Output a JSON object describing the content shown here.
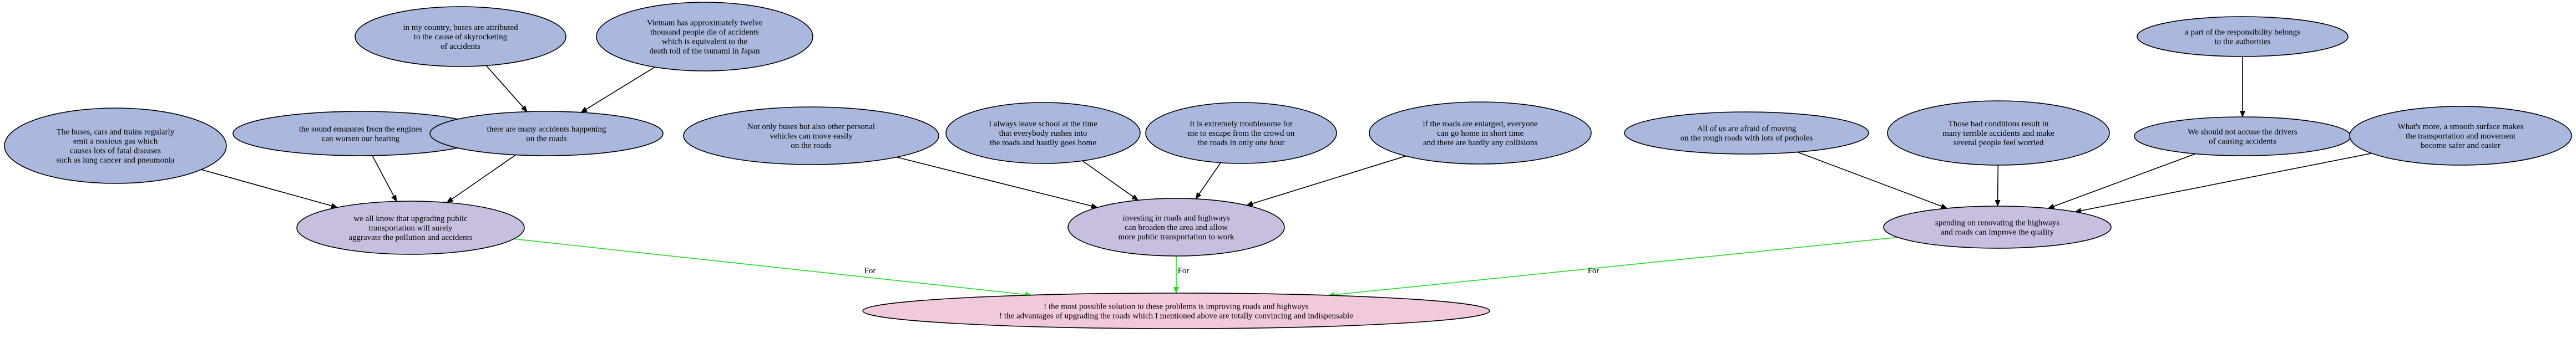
{
  "colors": {
    "premise": "#a9b8dc",
    "claim": "#c8bedf",
    "conclusion": "#f1c9dc",
    "support_edge": "#000000",
    "for_edge": "#22dd22"
  },
  "conclusion": {
    "lines": [
      "! the most possible solution to these problems is improving roads and highways",
      "! the advantages of upgrading the roads which I mentioned above are totally convincing and indispensable"
    ]
  },
  "claims": [
    {
      "id": "c1",
      "lines": [
        "we all know that upgrading public",
        "transportation will surely",
        "aggravate the pollution and accidents"
      ],
      "edge_label": "For"
    },
    {
      "id": "c2",
      "lines": [
        "investing in roads and highways",
        "can broaden the area and allow",
        "more public transportation to work"
      ],
      "edge_label": "For"
    },
    {
      "id": "c3",
      "lines": [
        "spending on renovating the highways",
        "and roads can improve the quality"
      ],
      "edge_label": "For"
    }
  ],
  "premises": [
    {
      "id": "p1",
      "lines": [
        "The buses, cars and trains regularly",
        "emit a noxious gas which",
        "causes lots of fatal diseases",
        "such as lung cancer and pneumonia"
      ]
    },
    {
      "id": "p2",
      "lines": [
        "the sound emanates from the engines",
        "can worsen our hearing"
      ]
    },
    {
      "id": "p3",
      "lines": [
        "there are many accidents happening",
        "on the roads"
      ]
    },
    {
      "id": "p4",
      "lines": [
        "in my country, buses are attributed",
        "to the cause of skyrocketing",
        "of accidents"
      ]
    },
    {
      "id": "p5",
      "lines": [
        "Vietnam has approximately twelve",
        "thousand people die of accidents",
        "which is equivalent to the",
        "death toll of the tsunami in Japan"
      ]
    },
    {
      "id": "p6",
      "lines": [
        "Not only buses but also other personal",
        "vehicles can move easily",
        "on the roads"
      ]
    },
    {
      "id": "p7",
      "lines": [
        "I always leave school at the time",
        "that everybody rushes into",
        "the roads and hastily goes home"
      ]
    },
    {
      "id": "p8",
      "lines": [
        "It is extremely troublesome for",
        "me to escape from the crowd on",
        "the roads in only one hour"
      ]
    },
    {
      "id": "p9",
      "lines": [
        "if the roads are enlarged, everyone",
        "can go home in short time",
        "and there are hardly any collisions"
      ]
    },
    {
      "id": "p10",
      "lines": [
        "All of us are afraid of moving",
        "on the rough roads with lots of potholes"
      ]
    },
    {
      "id": "p11",
      "lines": [
        "Those bad conditions result in",
        "many terrible accidents and make",
        "several people feel worried"
      ]
    },
    {
      "id": "p12",
      "lines": [
        "We should not accuse the drivers",
        "of causing accidents"
      ]
    },
    {
      "id": "p13",
      "lines": [
        "a part of the responsibility belongs",
        "to the authorities"
      ]
    },
    {
      "id": "p14",
      "lines": [
        "What's more, a smooth surface makes",
        "the transportation and movement",
        "become safer and easier"
      ]
    }
  ],
  "edges": [
    {
      "from": "p1",
      "to": "c1"
    },
    {
      "from": "p2",
      "to": "c1"
    },
    {
      "from": "p3",
      "to": "c1"
    },
    {
      "from": "p4",
      "to": "p3"
    },
    {
      "from": "p5",
      "to": "p3"
    },
    {
      "from": "p6",
      "to": "c2"
    },
    {
      "from": "p7",
      "to": "c2"
    },
    {
      "from": "p8",
      "to": "c2"
    },
    {
      "from": "p9",
      "to": "c2"
    },
    {
      "from": "p10",
      "to": "c3"
    },
    {
      "from": "p11",
      "to": "c3"
    },
    {
      "from": "p12",
      "to": "c3"
    },
    {
      "from": "p13",
      "to": "p12"
    },
    {
      "from": "p14",
      "to": "c3"
    },
    {
      "from": "c1",
      "to": "conclusion",
      "label_of": "c1"
    },
    {
      "from": "c2",
      "to": "conclusion",
      "label_of": "c2"
    },
    {
      "from": "c3",
      "to": "conclusion",
      "label_of": "c3"
    }
  ]
}
